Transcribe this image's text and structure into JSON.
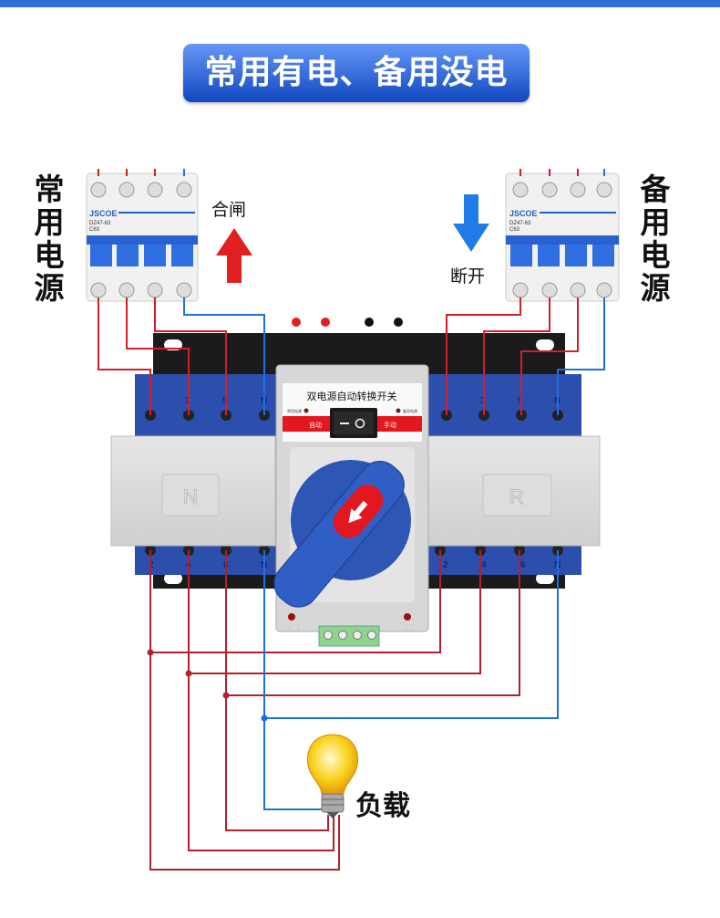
{
  "title": "常用有电、备用没电",
  "primary_source_label": "常用电源",
  "backup_source_label": "备用电源",
  "close_label": "合闸",
  "open_label": "断开",
  "load_label": "负载",
  "breaker": {
    "brand": "JSCOE",
    "model": "DZ47-63",
    "rating_left": "C63",
    "rating_right": "C63"
  },
  "switch": {
    "name": "双电源自动转换开关",
    "indicator_primary": "常用电源",
    "indicator_backup": "备用电源",
    "mode_auto": "自动",
    "mode_manual": "手动",
    "side_left": "N",
    "side_right": "R",
    "lamp_left": "Non",
    "lamp_right": "Ron",
    "top_terminals": [
      "1",
      "3",
      "5",
      "N"
    ],
    "bottom_terminals": [
      "2",
      "4",
      "6",
      "N"
    ]
  },
  "colors": {
    "phase_wire": "#c4122a",
    "neutral_wire": "#1f6fe0",
    "accent": "#2f6fd8",
    "device_blue": "#2a4fb0"
  }
}
